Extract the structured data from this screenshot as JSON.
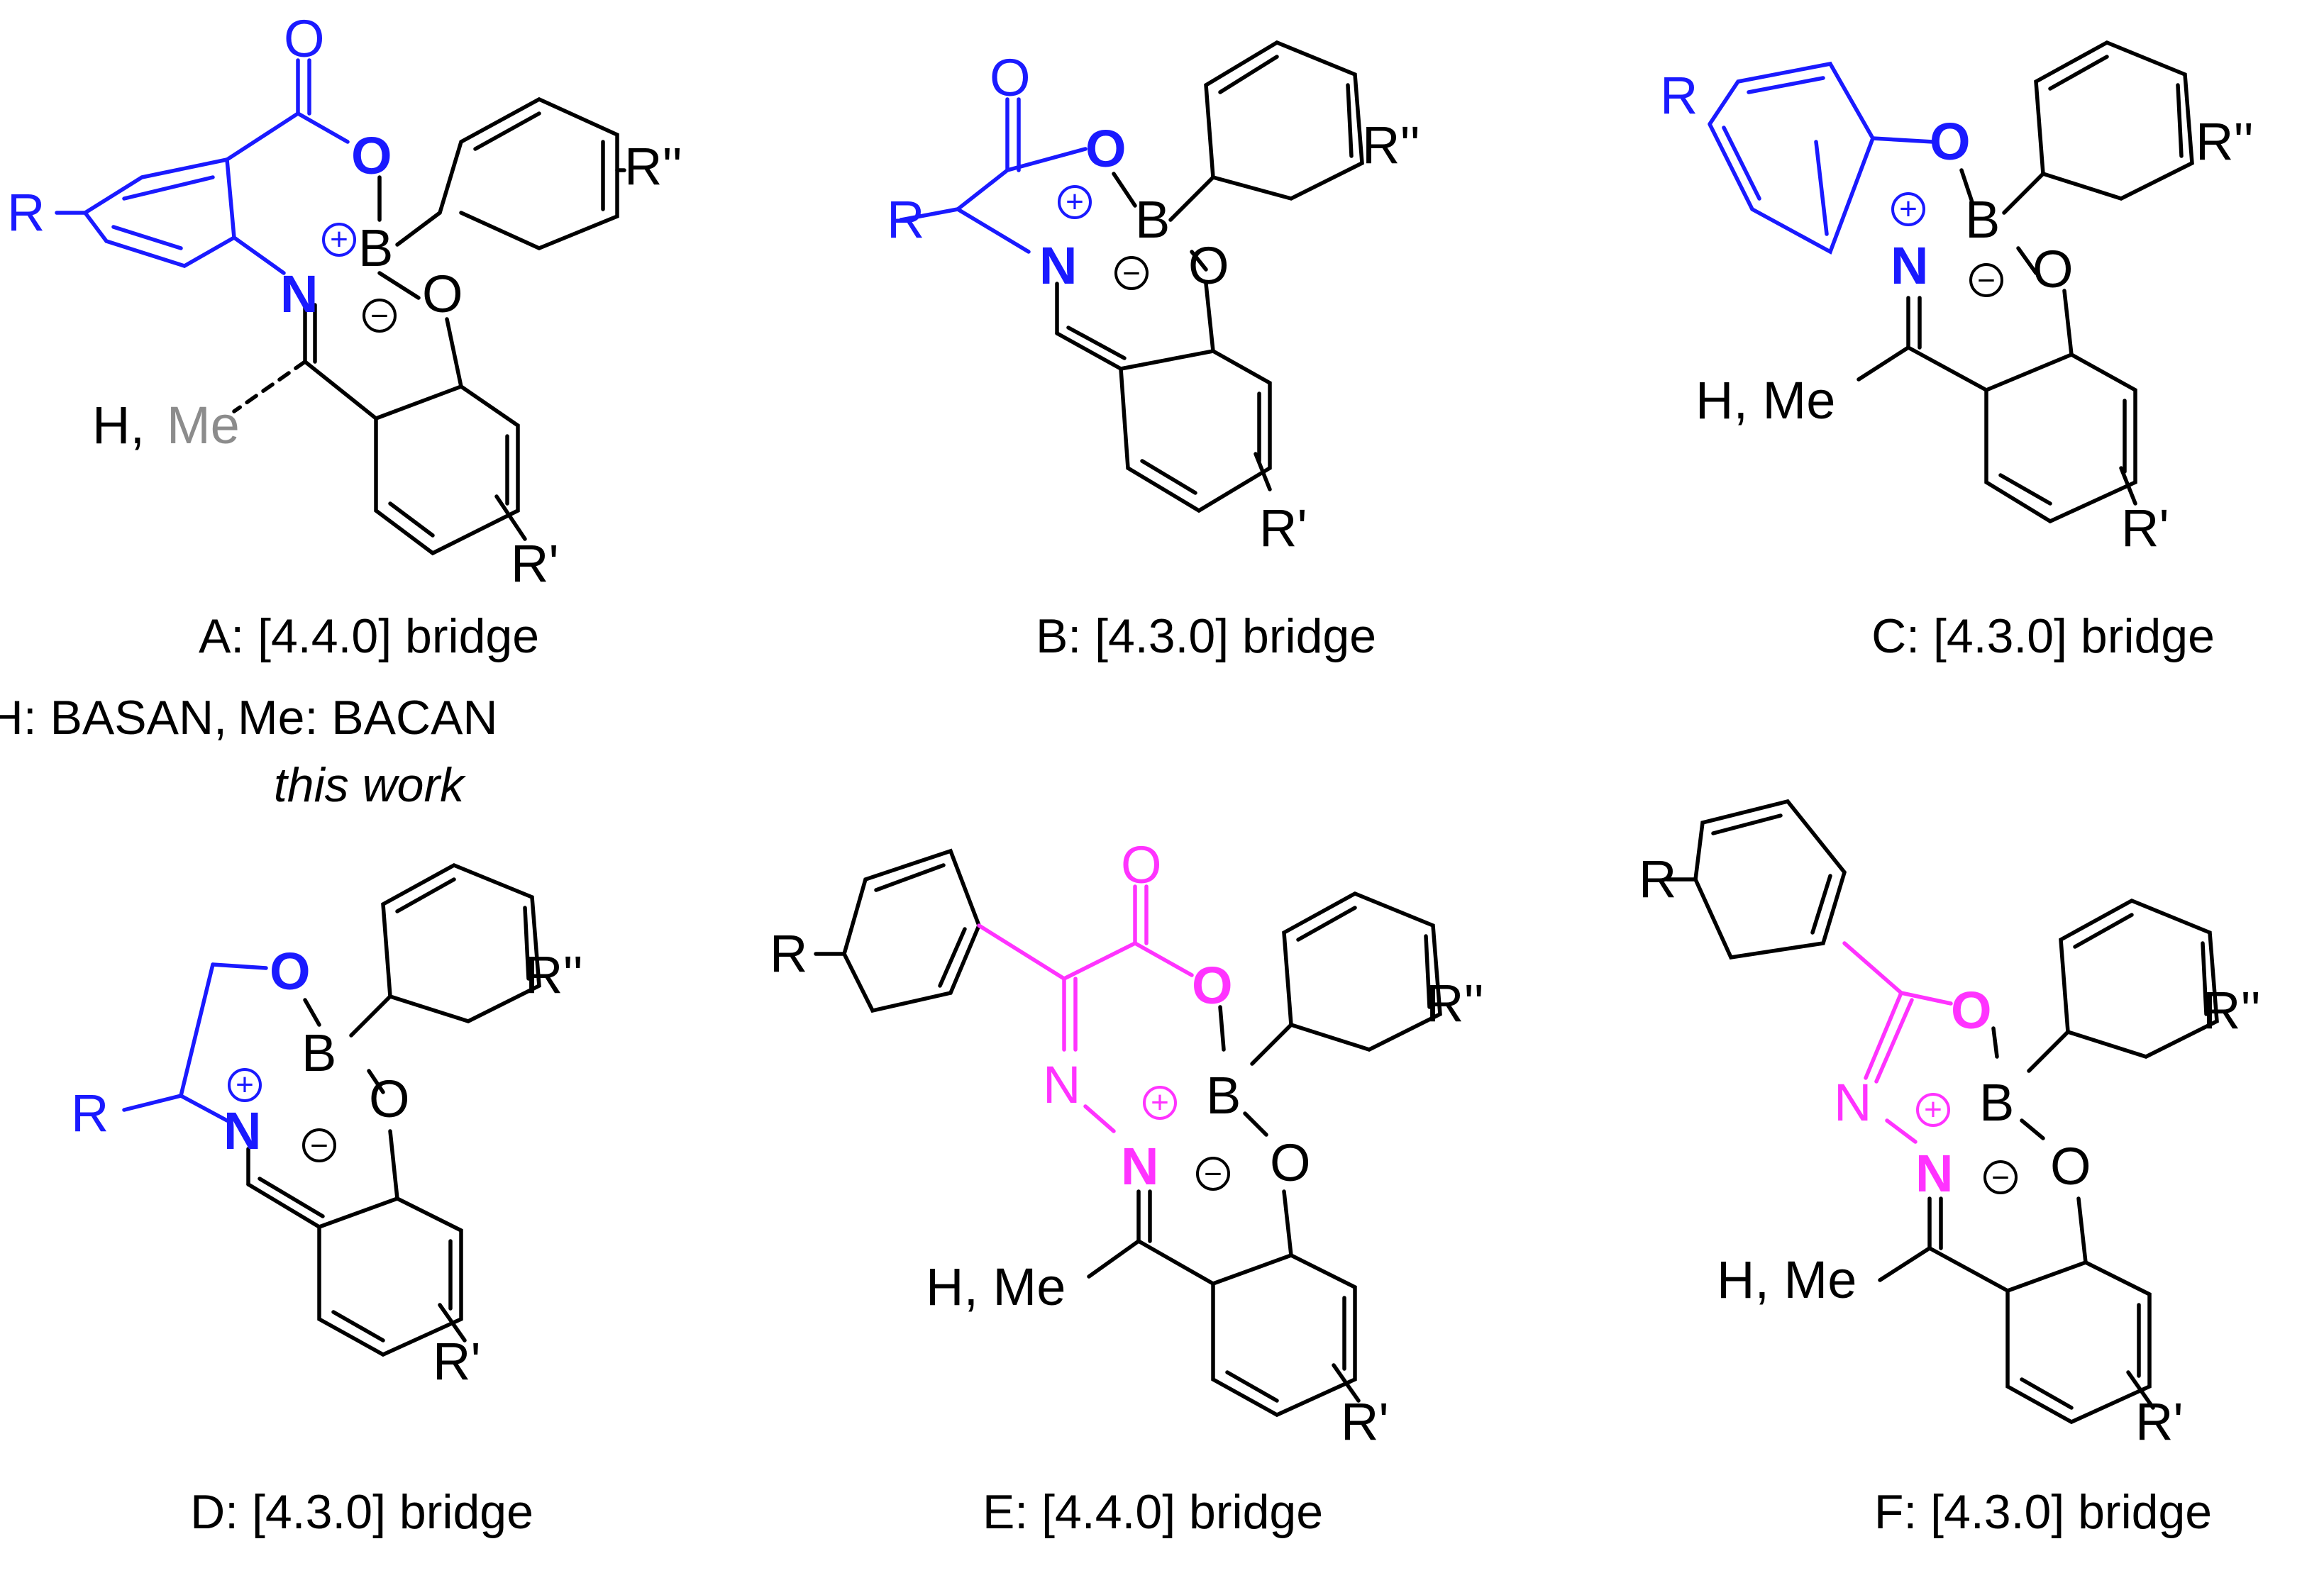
{
  "colors": {
    "black": "#000000",
    "blue": "#1a1aff",
    "magenta": "#ff33ff",
    "gray": "#8c8c8c"
  },
  "structures": {
    "A": {
      "caption": "A: [4.4.0] bridge",
      "note_h": "H: BASAN,",
      "note_me": "Me: BACAN",
      "note_work": "this work",
      "label_h": "H,",
      "label_me": "Me",
      "R": "R",
      "R1": "R'",
      "R2": "R''",
      "O_carbonyl": "O",
      "O_boron": "O",
      "O_phenol": "O",
      "N": "N",
      "B": "B",
      "plus": "+",
      "minus": "−"
    },
    "B": {
      "caption": "B: [4.3.0] bridge",
      "R": "R",
      "R1": "R'",
      "R2": "R''",
      "O_carbonyl": "O",
      "O_boron": "O",
      "O_phenol": "O",
      "N": "N",
      "B": "B",
      "plus": "+",
      "minus": "−"
    },
    "C": {
      "caption": "C: [4.3.0] bridge",
      "label_hme": "H, Me",
      "R": "R",
      "R1": "R'",
      "R2": "R''",
      "O_boron": "O",
      "O_phenol": "O",
      "N": "N",
      "B": "B",
      "plus": "+",
      "minus": "−"
    },
    "D": {
      "caption": "D: [4.3.0] bridge",
      "R": "R",
      "R1": "R'",
      "R2": "R''",
      "O_boron": "O",
      "O_phenol": "O",
      "N": "N",
      "B": "B",
      "plus": "+",
      "minus": "−"
    },
    "E": {
      "caption": "E: [4.4.0] bridge",
      "label_hme": "H, Me",
      "R": "R",
      "R1": "R'",
      "R2": "R''",
      "O_carbonyl": "O",
      "O_boron": "O",
      "O_phenol": "O",
      "N_imine": "N",
      "N": "N",
      "B": "B",
      "plus": "+",
      "minus": "−"
    },
    "F": {
      "caption": "F: [4.3.0] bridge",
      "label_hme": "H, Me",
      "R": "R",
      "R1": "R'",
      "R2": "R''",
      "O_boron": "O",
      "O_phenol": "O",
      "N_imine": "N",
      "N": "N",
      "B": "B",
      "plus": "+",
      "minus": "−"
    }
  }
}
